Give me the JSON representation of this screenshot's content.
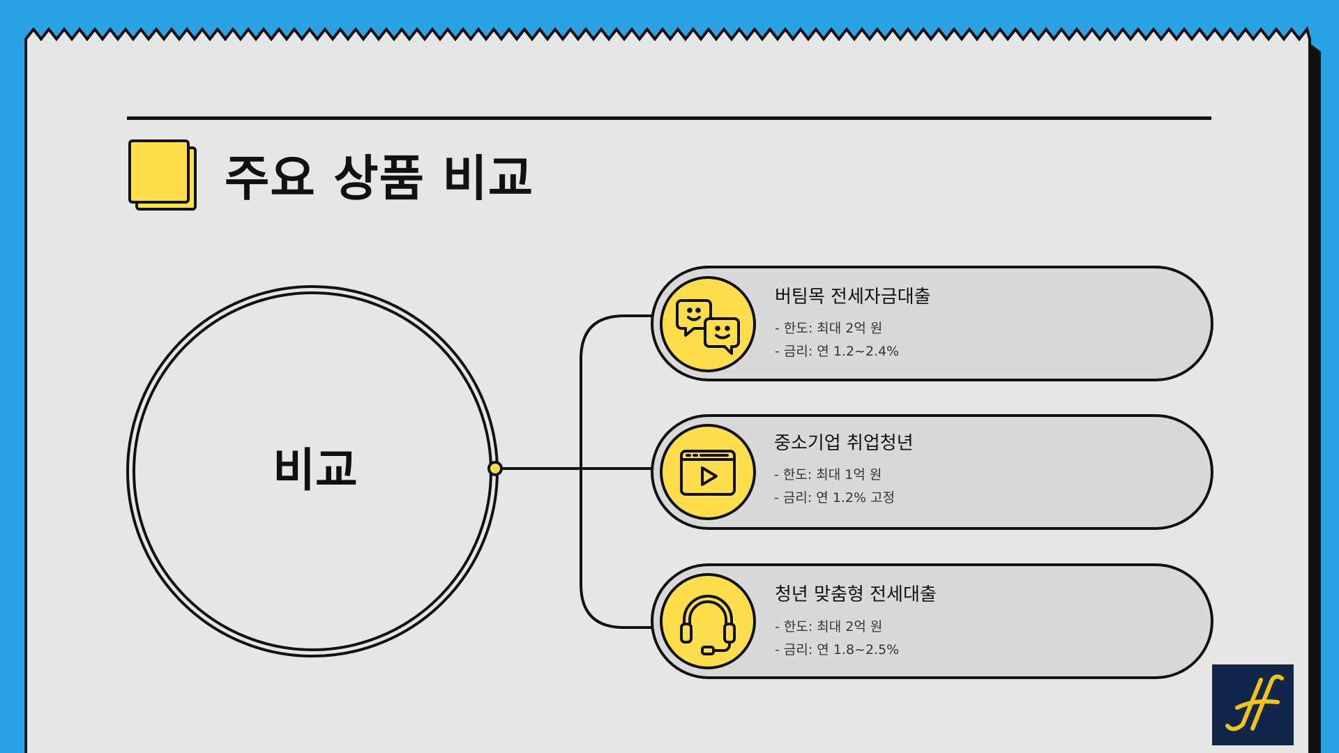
{
  "title": "주요 상품 비교",
  "center": {
    "label": "비교"
  },
  "products": [
    {
      "name": "버팀목 전세자금대출",
      "limit": "- 한도: 최대 2억 원",
      "rate": "- 금리: 연 1.2~2.4%",
      "icon": "chat-bubbles-icon"
    },
    {
      "name": "중소기업 취업청년",
      "limit": "- 한도: 최대 1억 원",
      "rate": "- 금리: 연 1.2% 고정",
      "icon": "video-play-icon"
    },
    {
      "name": "청년 맞춤형 전세대출",
      "limit": "- 한도: 최대 2억 원",
      "rate": "- 금리: 연 1.8~2.5%",
      "icon": "headset-icon"
    }
  ],
  "colors": {
    "background": "#2ba2e3",
    "paper": "#e6e6e6",
    "accent": "#ffde4d",
    "card": "#d9d9d9",
    "logo": "#12264a"
  }
}
